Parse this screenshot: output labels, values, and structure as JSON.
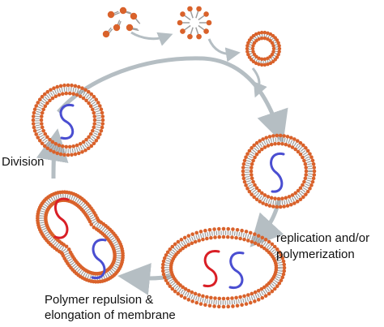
{
  "labels": {
    "division": "Division",
    "replication_line1": "replication and/or",
    "replication_line2": "polymerization",
    "repulsion_line1": "Polymer repulsion &",
    "repulsion_line2": "elongation of membrane"
  },
  "colors": {
    "lipid_head": "#d9622b",
    "lipid_tail": "#9e9e9e",
    "cycle_arrow": "#b5bec3",
    "polymer_blue": "#4a4ed1",
    "polymer_red": "#d91f26",
    "text": "#111111"
  }
}
